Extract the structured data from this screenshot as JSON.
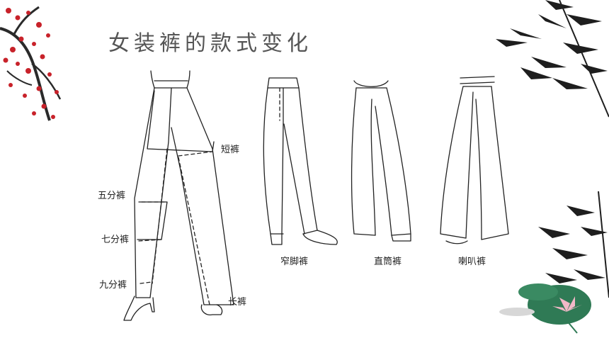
{
  "slide": {
    "title": "女装裤的款式变化"
  },
  "labels": {
    "short": "短裤",
    "five_tenths": "五分裤",
    "seven_tenths": "七分裤",
    "nine_tenths": "九分裤",
    "long": "长裤",
    "narrow": "窄脚裤",
    "straight": "直筒裤",
    "flared": "喇叭裤"
  },
  "decor": {
    "plum_color": "#c8222a",
    "ink_color": "#1e1e1e",
    "lotus_color": "#2f7a55"
  }
}
